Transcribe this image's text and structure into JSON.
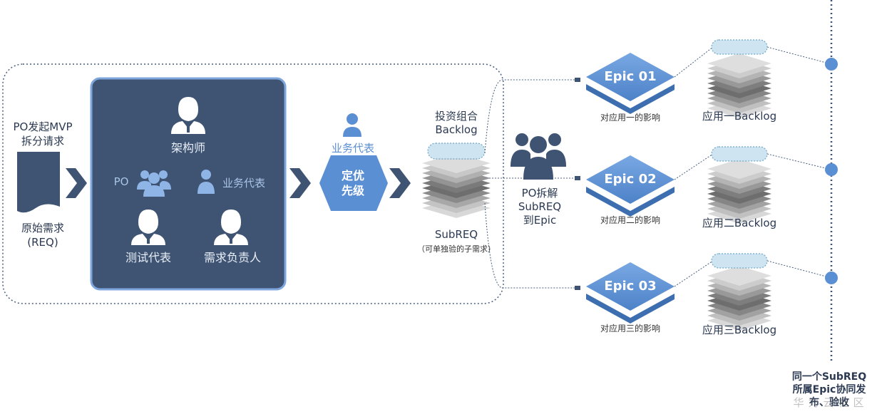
{
  "colors": {
    "navy": "#3f5473",
    "blue": "#5b8fd4",
    "light_blue": "#a8c8ec",
    "dotted": "#4a5f80",
    "arrow": "#3f5473"
  },
  "request": {
    "title_line1": "PO发起MVP",
    "title_line2": "拆分请求",
    "doc_line1": "原始需求",
    "doc_line2": "(REQ)"
  },
  "team": {
    "architect": "架构师",
    "po": "PO",
    "business": "业务代表",
    "tester": "测试代表",
    "req_owner": "需求负责人"
  },
  "priority": {
    "role": "业务代表",
    "line1": "定优",
    "line2": "先级"
  },
  "portfolio": {
    "title_line1": "投资组合",
    "title_line2": "Backlog",
    "sub_title": "SubREQ",
    "sub_note": "（可单独验的子需求）"
  },
  "split": {
    "line1": "PO拆解",
    "line2": "SubREQ",
    "line3": "到Epic"
  },
  "epics": [
    {
      "label": "Epic 01",
      "impact": "对应用一的影响",
      "backlog": "应用一Backlog"
    },
    {
      "label": "Epic 02",
      "impact": "对应用二的影响",
      "backlog": "应用二Backlog"
    },
    {
      "label": "Epic 03",
      "impact": "对应用三的影响",
      "backlog": "应用三Backlog"
    }
  ],
  "release": {
    "line1": "同一个SubREQ",
    "line2": "所属Epic协同发",
    "line3": "布、验收"
  },
  "watermark": "华为云社区"
}
